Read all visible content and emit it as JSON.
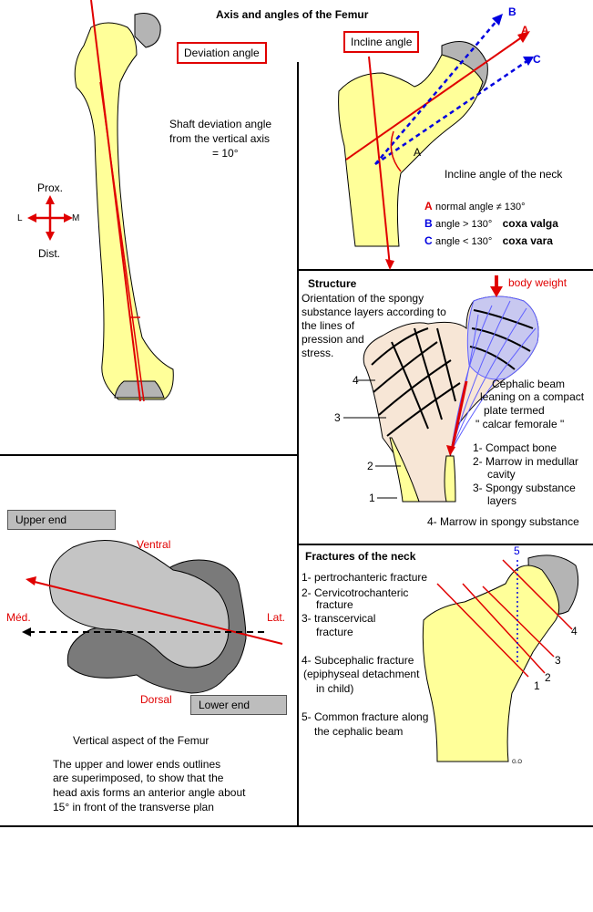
{
  "title": "Axis and angles of the Femur",
  "deviation": {
    "box_label": "Deviation angle",
    "description_lines": [
      "Shaft deviation angle",
      "from the vertical axis",
      "=  10°"
    ],
    "orientation": {
      "prox": "Prox.",
      "dist": "Dist.",
      "left": "L",
      "right": "M"
    }
  },
  "incline": {
    "box_label": "Incline angle",
    "letters": {
      "a": "A",
      "b": "B",
      "c": "C"
    },
    "angle_label": "A",
    "caption": "Incline  angle of the neck",
    "legend": [
      {
        "letter": "A",
        "text": "normal  angle  ≠ 130°",
        "bold": ""
      },
      {
        "letter": "B",
        "text": "angle > 130°",
        "bold": "coxa valga"
      },
      {
        "letter": "C",
        "text": "angle < 130°",
        "bold": "coxa vara"
      }
    ]
  },
  "structure": {
    "title": "Structure",
    "description_lines": [
      "Orientation of the spongy",
      "substance layers according to",
      "the lines of",
      "pression and",
      "stress."
    ],
    "body_weight": "body weight",
    "beam_lines": [
      "Cephalic beam",
      "leaning on a compact",
      "plate termed",
      "\" calcar femorale \""
    ],
    "num_labels": [
      "4",
      "3",
      "2",
      "1"
    ],
    "legend": [
      "1- Compact bone",
      "2- Marrow in medullar",
      "cavity",
      "3- Spongy substance",
      "layers",
      "4- Marrow in spongy substance"
    ]
  },
  "vertical": {
    "upper_label": "Upper end",
    "lower_label": "Lower end",
    "ventral": "Ventral",
    "dorsal": "Dorsal",
    "med": "Méd.",
    "lat": "Lat.",
    "caption": "Vertical aspect of the Femur",
    "description_lines": [
      "The upper and lower ends outlines",
      "are superimposed, to show that the",
      "head axis forms an anterior angle about",
      "15° in front of the transverse plan"
    ]
  },
  "fractures": {
    "title": "Fractures of the neck",
    "list_lines": [
      "1- pertrochanteric fracture",
      "2- Cervicotrochanteric",
      "fracture",
      "3- transcervical",
      "fracture",
      "4- Subcephalic fracture",
      "(epiphyseal detachment",
      "in child)",
      "5- Common fracture along",
      "the cephalic beam"
    ],
    "diagram_numbers": [
      "1",
      "2",
      "3",
      "4",
      "5"
    ],
    "signature": "G.O"
  }
}
